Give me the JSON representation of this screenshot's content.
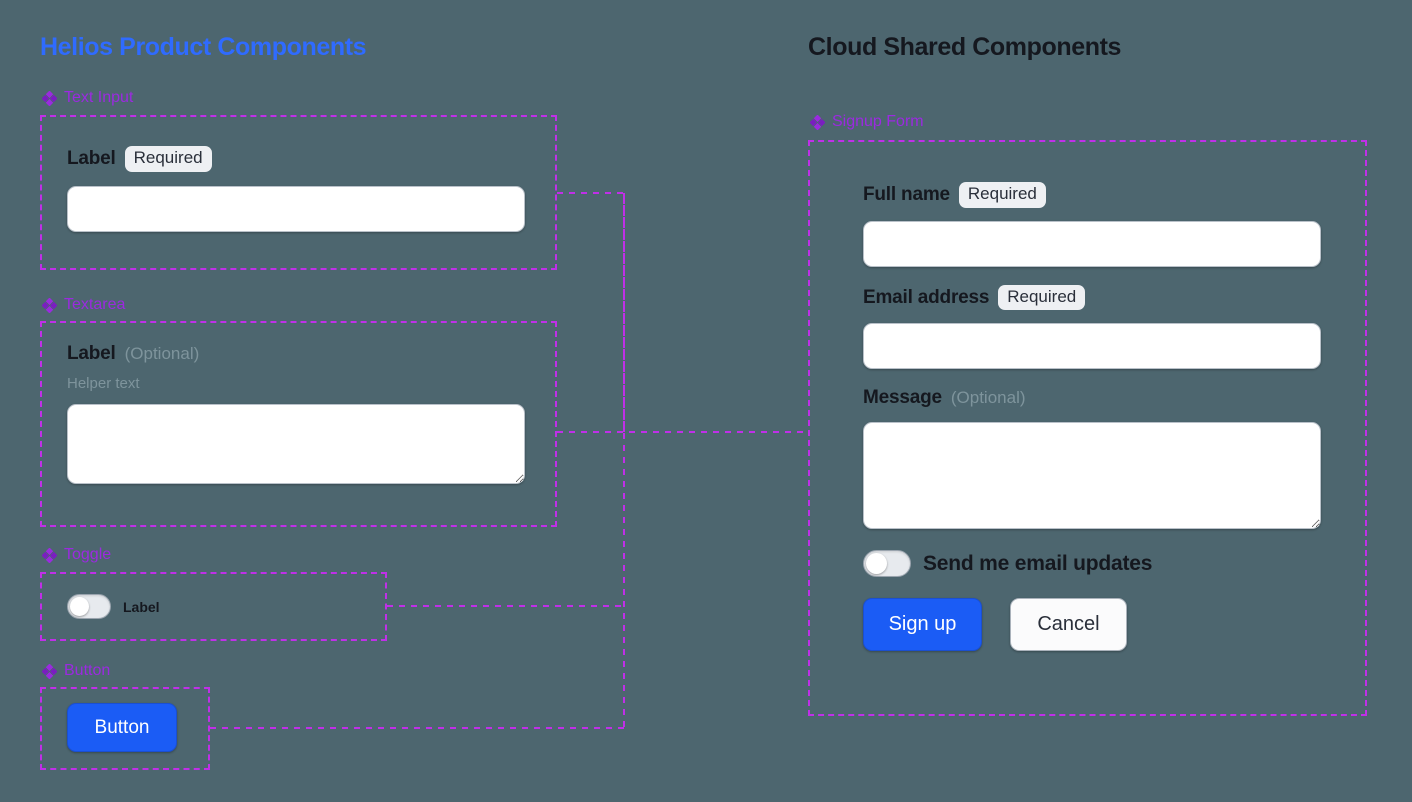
{
  "theme": {
    "background": "#4d666f",
    "accent_blue": "#2f6bff",
    "accent_purple": "#9b2ae0",
    "dash_purple": "#c02fe8",
    "primary_button": "#1b5cf5",
    "badge_bg": "#eef0f3",
    "muted_text": "#7e949c"
  },
  "left_panel": {
    "title": "Helios Product Components",
    "sections": [
      {
        "tag": "Text Input",
        "icon": "diamond-icon",
        "label": "Label",
        "badge": "Required",
        "input_value": "",
        "input_placeholder": ""
      },
      {
        "tag": "Textarea",
        "icon": "diamond-icon",
        "label": "Label",
        "optional": "(Optional)",
        "helper": "Helper text",
        "textarea_value": "",
        "textarea_placeholder": ""
      },
      {
        "tag": "Toggle",
        "icon": "diamond-icon",
        "label": "Label",
        "state": "off"
      },
      {
        "tag": "Button",
        "icon": "diamond-icon",
        "button_label": "Button"
      }
    ]
  },
  "right_panel": {
    "title": "Cloud Shared Components",
    "section_tag": "Signup Form",
    "section_icon": "diamond-icon",
    "fields": [
      {
        "label": "Full name",
        "badge": "Required",
        "value": "",
        "placeholder": ""
      },
      {
        "label": "Email address",
        "badge": "Required",
        "value": "",
        "placeholder": ""
      },
      {
        "label": "Message",
        "optional": "(Optional)",
        "value": "",
        "placeholder": ""
      }
    ],
    "toggle": {
      "label": "Send me email updates",
      "state": "off"
    },
    "actions": {
      "submit": "Sign up",
      "cancel": "Cancel"
    }
  }
}
